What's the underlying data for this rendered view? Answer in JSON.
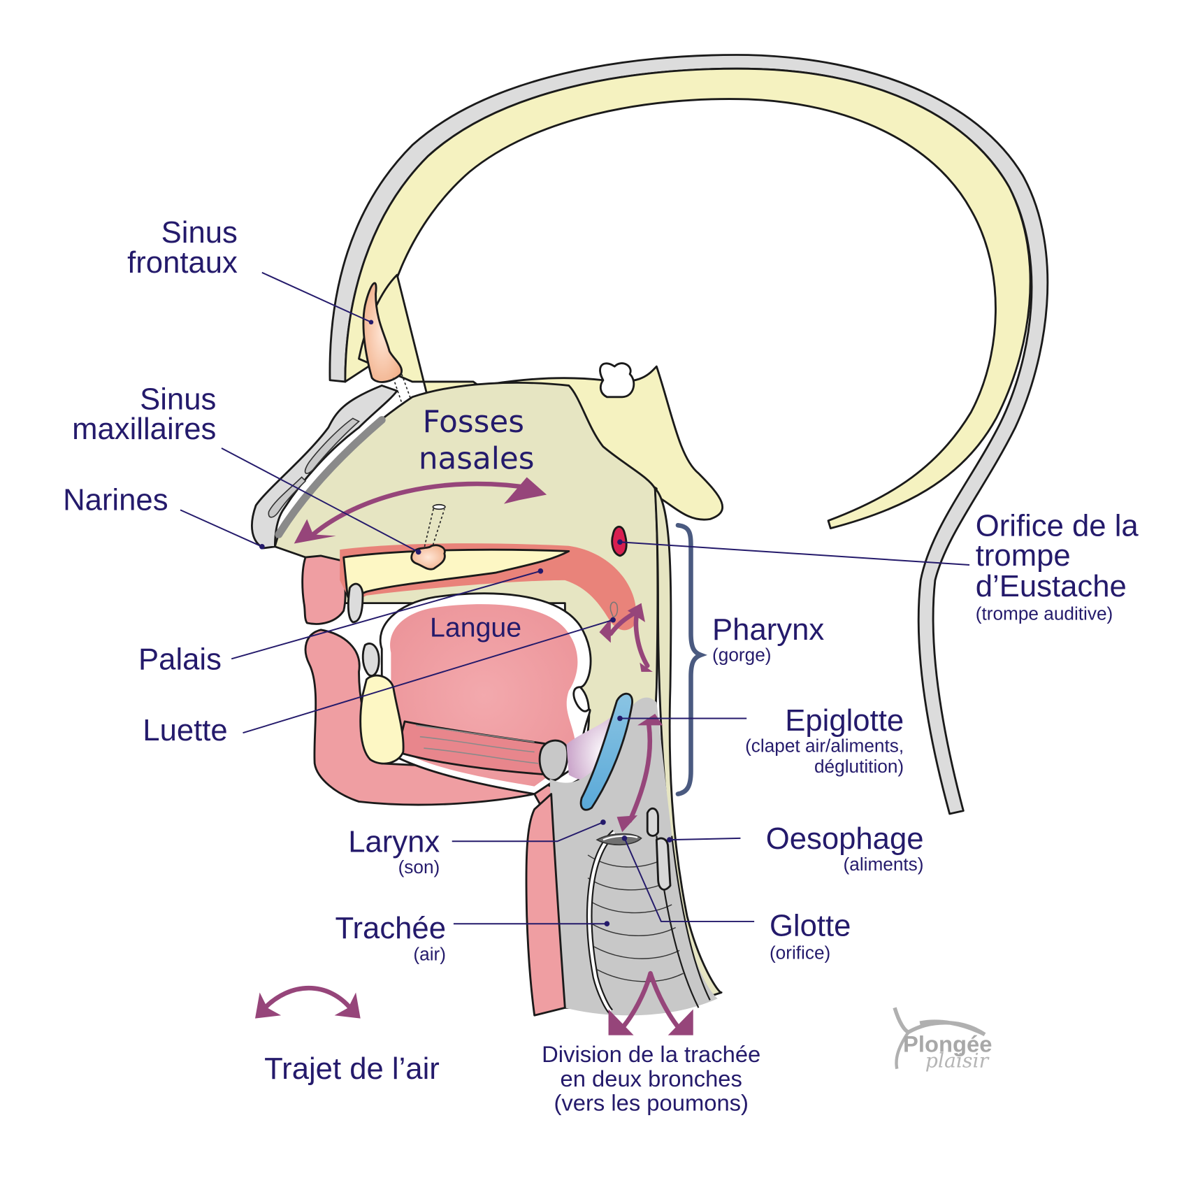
{
  "diagram": {
    "title": "Coupe sagittale de la tête : voies respiratoires",
    "colors": {
      "label_text": "#241a6b",
      "airflow_arrow": "#96457a",
      "skull_bone": "#f5f2c0",
      "nasal_cavity": "#e6e5c2",
      "tongue_tissue": "#ee9ca0",
      "palate": "#e87c66",
      "epiglottis": "#6fb7e0",
      "trachea": "#c8c8c8",
      "eustachian_orifice": "#d81f50",
      "pharynx_brace": "#4a5a80"
    },
    "labels": {
      "sinus_frontaux": {
        "line1": "Sinus",
        "line2": "frontaux"
      },
      "sinus_maxillaires": {
        "line1": "Sinus",
        "line2": "maxillaires"
      },
      "narines": {
        "title": "Narines"
      },
      "fosses_nasales": {
        "line1": "Fosses",
        "line2": "nasales"
      },
      "palais": {
        "title": "Palais"
      },
      "luette": {
        "title": "Luette"
      },
      "langue": {
        "title": "Langue"
      },
      "orifice_eustache": {
        "line1": "Orifice de la",
        "line2": "trompe",
        "line3": "d’Eustache",
        "note": "(trompe auditive)"
      },
      "pharynx": {
        "title": "Pharynx",
        "note": "(gorge)"
      },
      "epiglotte": {
        "title": "Epiglotte",
        "note1": "(clapet air/aliments,",
        "note2": "déglutition)"
      },
      "larynx": {
        "title": "Larynx",
        "note": "(son)"
      },
      "oesophage": {
        "title": "Oesophage",
        "note": "(aliments)"
      },
      "trachee": {
        "title": "Trachée",
        "note": "(air)"
      },
      "glotte": {
        "title": "Glotte",
        "note": "(orifice)"
      },
      "division": {
        "line1": "Division de la trachée",
        "line2": "en deux bronches",
        "line3": "(vers les poumons)"
      }
    },
    "legend": {
      "icon": "double-curved-arrow-icon",
      "label": "Trajet de l’air"
    },
    "logo": {
      "line1": "Plongée",
      "line2": "plaisir"
    }
  }
}
